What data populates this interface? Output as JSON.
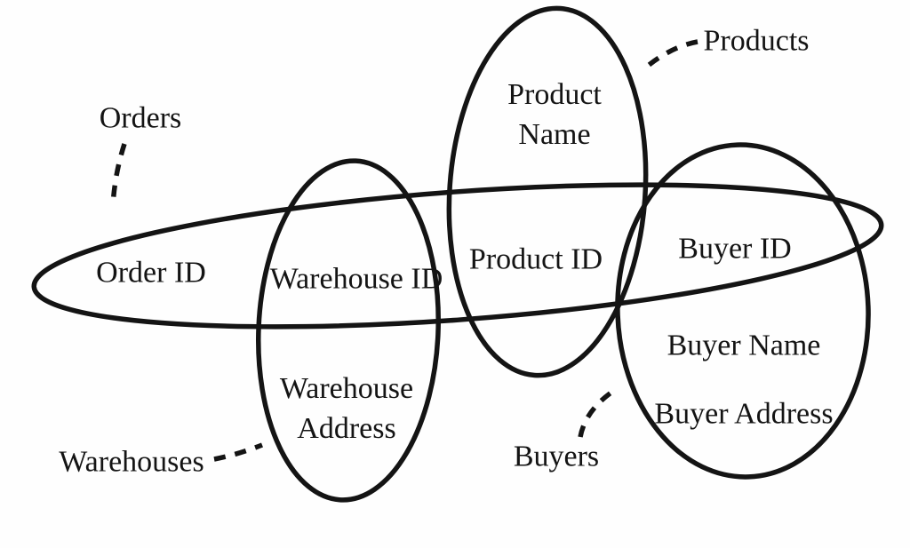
{
  "diagram": {
    "type": "euler-venn",
    "colors": {
      "background": "#fefefe",
      "stroke": "#141414",
      "text": "#141414"
    },
    "entities": {
      "orders": {
        "label": "Orders"
      },
      "products": {
        "label": "Products"
      },
      "warehouses": {
        "label": "Warehouses"
      },
      "buyers": {
        "label": "Buyers"
      }
    },
    "attributes": {
      "order_id": {
        "label": "Order ID",
        "member_of": "Orders"
      },
      "warehouse_id": {
        "label": "Warehouse ID",
        "member_of": "Orders, Warehouses"
      },
      "product_id": {
        "label": "Product ID",
        "member_of": "Orders, Products"
      },
      "buyer_id": {
        "label": "Buyer ID",
        "member_of": "Orders, Buyers"
      },
      "product_name": {
        "label": "Product Name",
        "member_of": "Products"
      },
      "warehouse_address": {
        "label": "Warehouse Address",
        "member_of": "Warehouses"
      },
      "buyer_name": {
        "label": "Buyer Name",
        "member_of": "Buyers"
      },
      "buyer_address": {
        "label": "Buyer Address",
        "member_of": "Buyers"
      }
    }
  }
}
